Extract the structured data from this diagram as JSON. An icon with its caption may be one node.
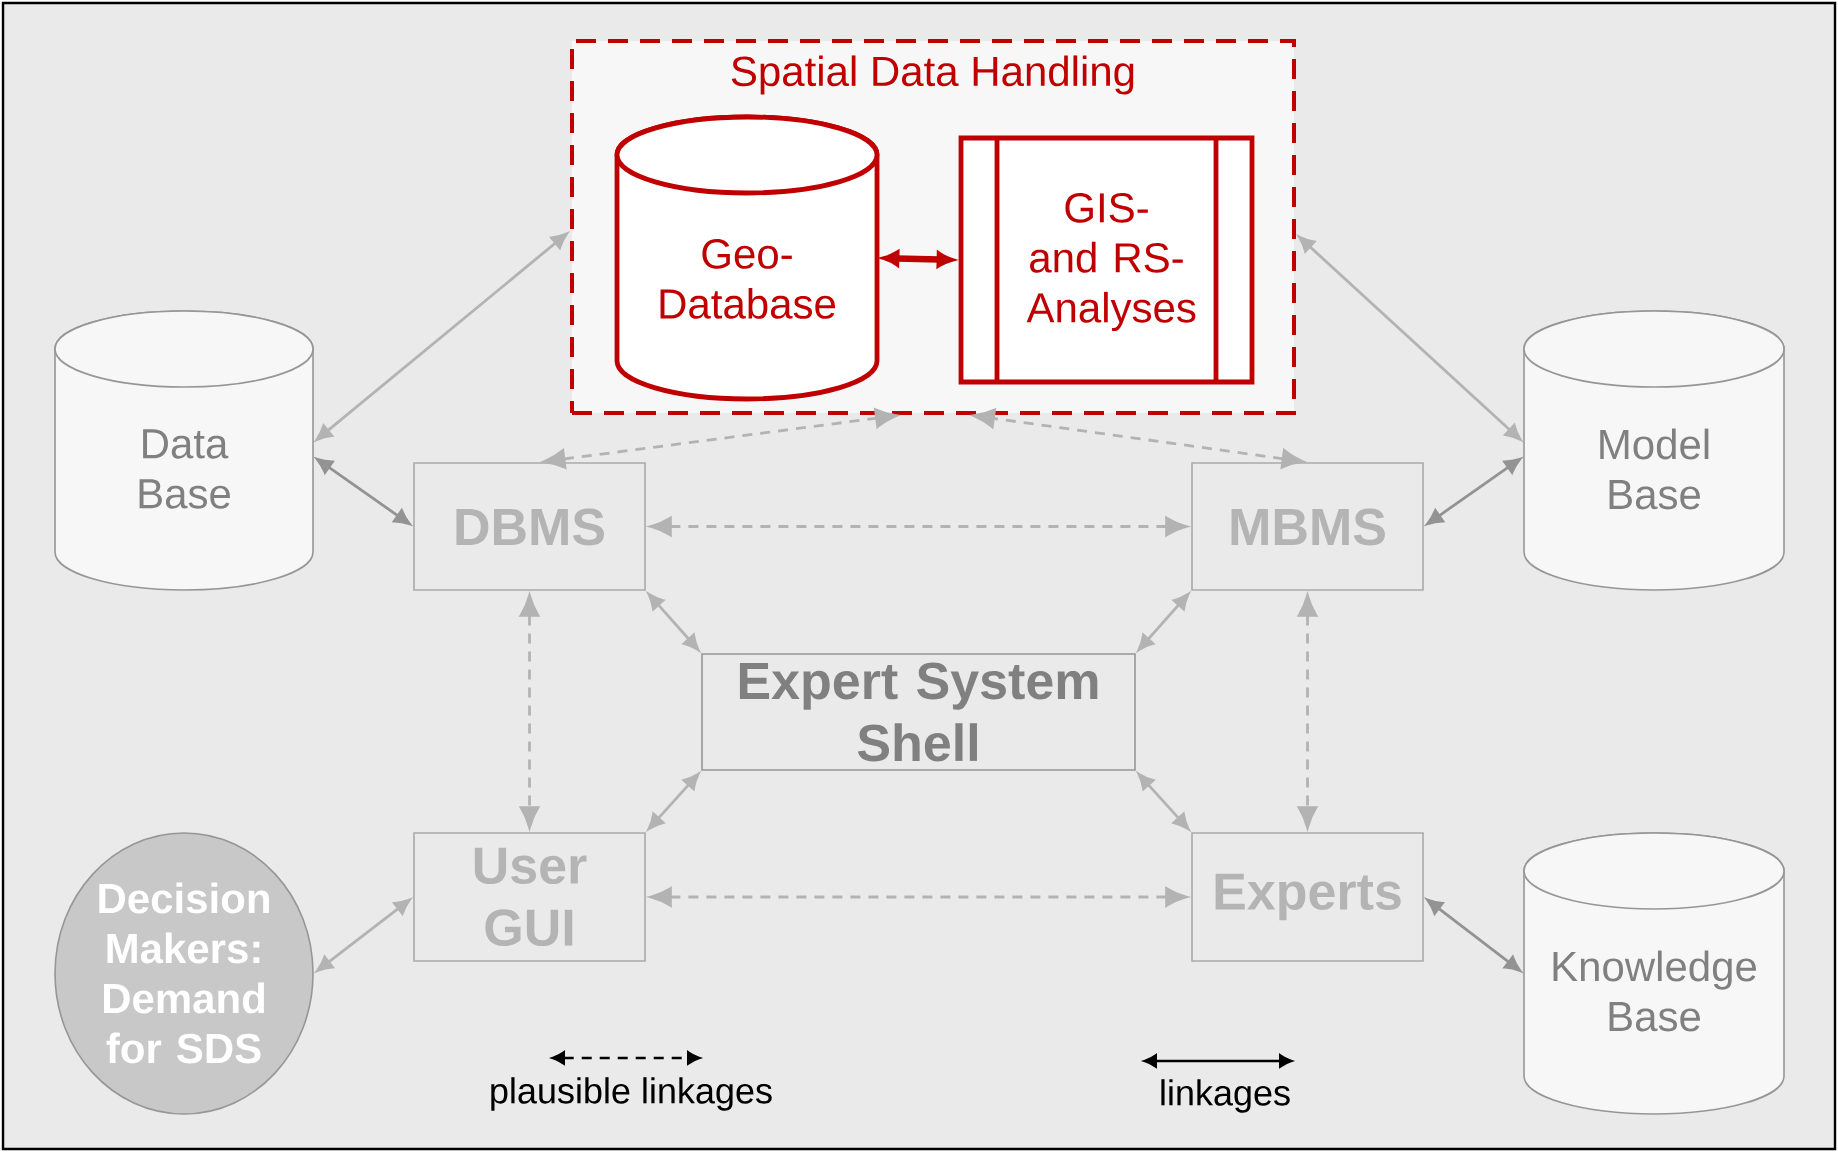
{
  "diagram": {
    "nodes": [
      {
        "text": [
          "Spatial Data Handling"
        ]
      },
      {
        "text": [
          "Geo- Database"
        ],
        "in": 0
      },
      {
        "text": [
          "GIS- and RS- Analyses"
        ],
        "in": 0
      },
      {
        "text": [
          "Data Base"
        ]
      },
      {
        "text": [
          "Model Base"
        ]
      },
      {
        "text": [
          "DBMS"
        ]
      },
      {
        "text": [
          "MBMS"
        ]
      },
      {
        "text": [
          "Expert System Shell"
        ]
      },
      {
        "text": [
          "Decision Makers: Demand for SDS"
        ]
      },
      {
        "text": [
          "User GUI"
        ]
      },
      {
        "text": [
          "Experts"
        ]
      },
      {
        "text": [
          "Knowledge Base"
        ]
      }
    ],
    "edges": [
      {
        "from": 1,
        "to": 2,
        "arrow": "both",
        "style": "thick",
        "color": "#c00000"
      },
      {
        "from": 3,
        "to": 0,
        "arrow": "both"
      },
      {
        "from": 4,
        "to": 0,
        "arrow": "both"
      },
      {
        "from": 3,
        "to": 5,
        "arrow": "both",
        "color": "#939393"
      },
      {
        "from": 6,
        "to": 4,
        "arrow": "both",
        "color": "#939393"
      },
      {
        "from": 5,
        "to": 0,
        "arrow": "both",
        "style": "dashed"
      },
      {
        "from": 6,
        "to": 0,
        "arrow": "both",
        "style": "dashed"
      },
      {
        "from": 5,
        "to": 6,
        "arrow": "both",
        "style": "dashed"
      },
      {
        "from": 5,
        "to": 7,
        "arrow": "both"
      },
      {
        "from": 6,
        "to": 7,
        "arrow": "both"
      },
      {
        "from": 5,
        "to": 9,
        "arrow": "both",
        "style": "dashed"
      },
      {
        "from": 6,
        "to": 10,
        "arrow": "both",
        "style": "dashed"
      },
      {
        "from": 9,
        "to": 7,
        "arrow": "both"
      },
      {
        "from": 10,
        "to": 7,
        "arrow": "both"
      },
      {
        "from": 8,
        "to": 9,
        "arrow": "both"
      },
      {
        "from": 9,
        "to": 10,
        "arrow": "both",
        "style": "dashed"
      },
      {
        "from": 10,
        "to": 11,
        "arrow": "both",
        "color": "#939393"
      }
    ],
    "legend": [
      {
        "text": "plausible linkages"
      },
      {
        "text": "linkages"
      }
    ]
  }
}
